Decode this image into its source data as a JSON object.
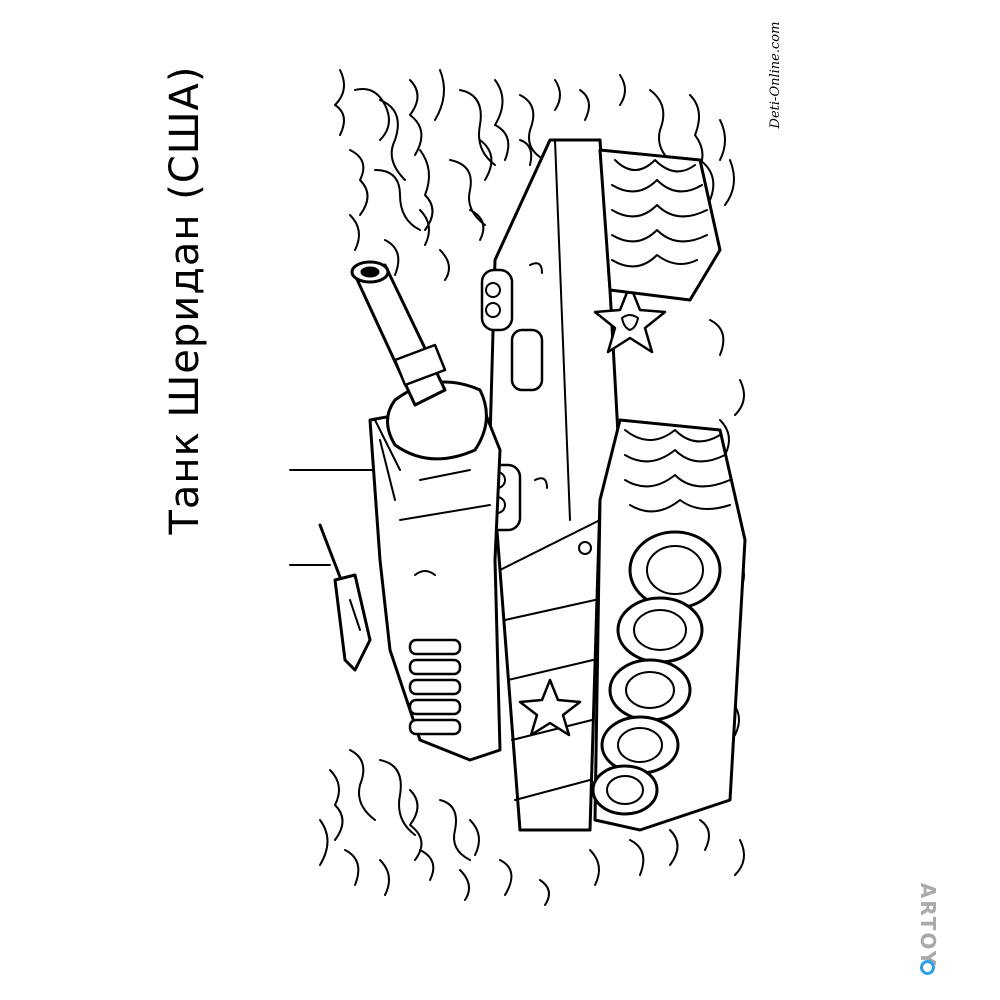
{
  "title": "Танк Шеридан (США)",
  "site_credit": "Deti-Online.com",
  "brand": "ARTOY"
}
